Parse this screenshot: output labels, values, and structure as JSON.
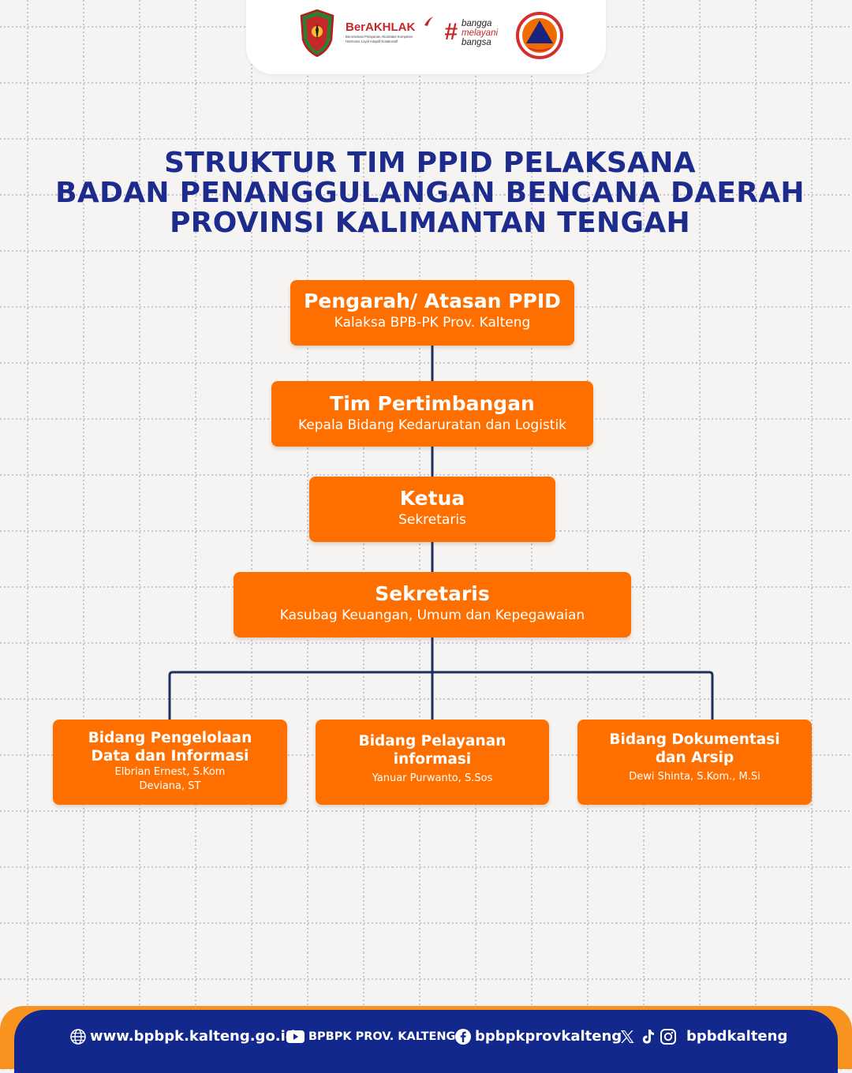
{
  "header": {
    "berakhlak": {
      "title": "BerAKHLAK",
      "tagline_1": "Berorientasi Pelayanan Akuntabel Kompeten",
      "tagline_2": "Harmonis Loyal Adaptif Kolaboratif"
    },
    "bangga": {
      "line_1": "bangga",
      "line_2": "melayani",
      "line_3": "bangsa"
    }
  },
  "title": {
    "line_1": "STRUKTUR TIM PPID PELAKSANA",
    "line_2": "BADAN PENANGGULANGAN BENCANA DAERAH",
    "line_3": "PROVINSI KALIMANTAN TENGAH"
  },
  "org": {
    "pengarah": {
      "title": "Pengarah/ Atasan PPID",
      "subtitle": "Kalaksa BPB-PK Prov. Kalteng"
    },
    "pertimbangan": {
      "title": "Tim Pertimbangan",
      "subtitle": "Kepala Bidang Kedaruratan dan Logistik"
    },
    "ketua": {
      "title": "Ketua",
      "subtitle": "Sekretaris"
    },
    "sekretaris": {
      "title": "Sekretaris",
      "subtitle": "Kasubag Keuangan, Umum dan Kepegawaian"
    },
    "bidang": [
      {
        "title_1": "Bidang Pengelolaan",
        "title_2": "Data dan Informasi",
        "member_1": "Elbrian Ernest, S.Kom",
        "member_2": "Deviana, ST"
      },
      {
        "title_1": "Bidang Pelayanan",
        "title_2": "informasi",
        "member_1": "Yanuar Purwanto, S.Sos"
      },
      {
        "title_1": "Bidang Dokumentasi",
        "title_2": "dan Arsip",
        "member_1": "Dewi Shinta, S.Kom., M.Si"
      }
    ]
  },
  "footer": {
    "website": "www.bpbpk.kalteng.go.id",
    "youtube": "BPBPK PROV. KALTENG",
    "facebook": "bpbpkprovkalteng",
    "social": "bpbdkalteng"
  },
  "colors": {
    "accent": "#ff6f00",
    "navy": "#1d2c8c",
    "footer_navy": "#12288d",
    "footer_orange": "#f7931e",
    "connector": "#1f2f5f"
  }
}
